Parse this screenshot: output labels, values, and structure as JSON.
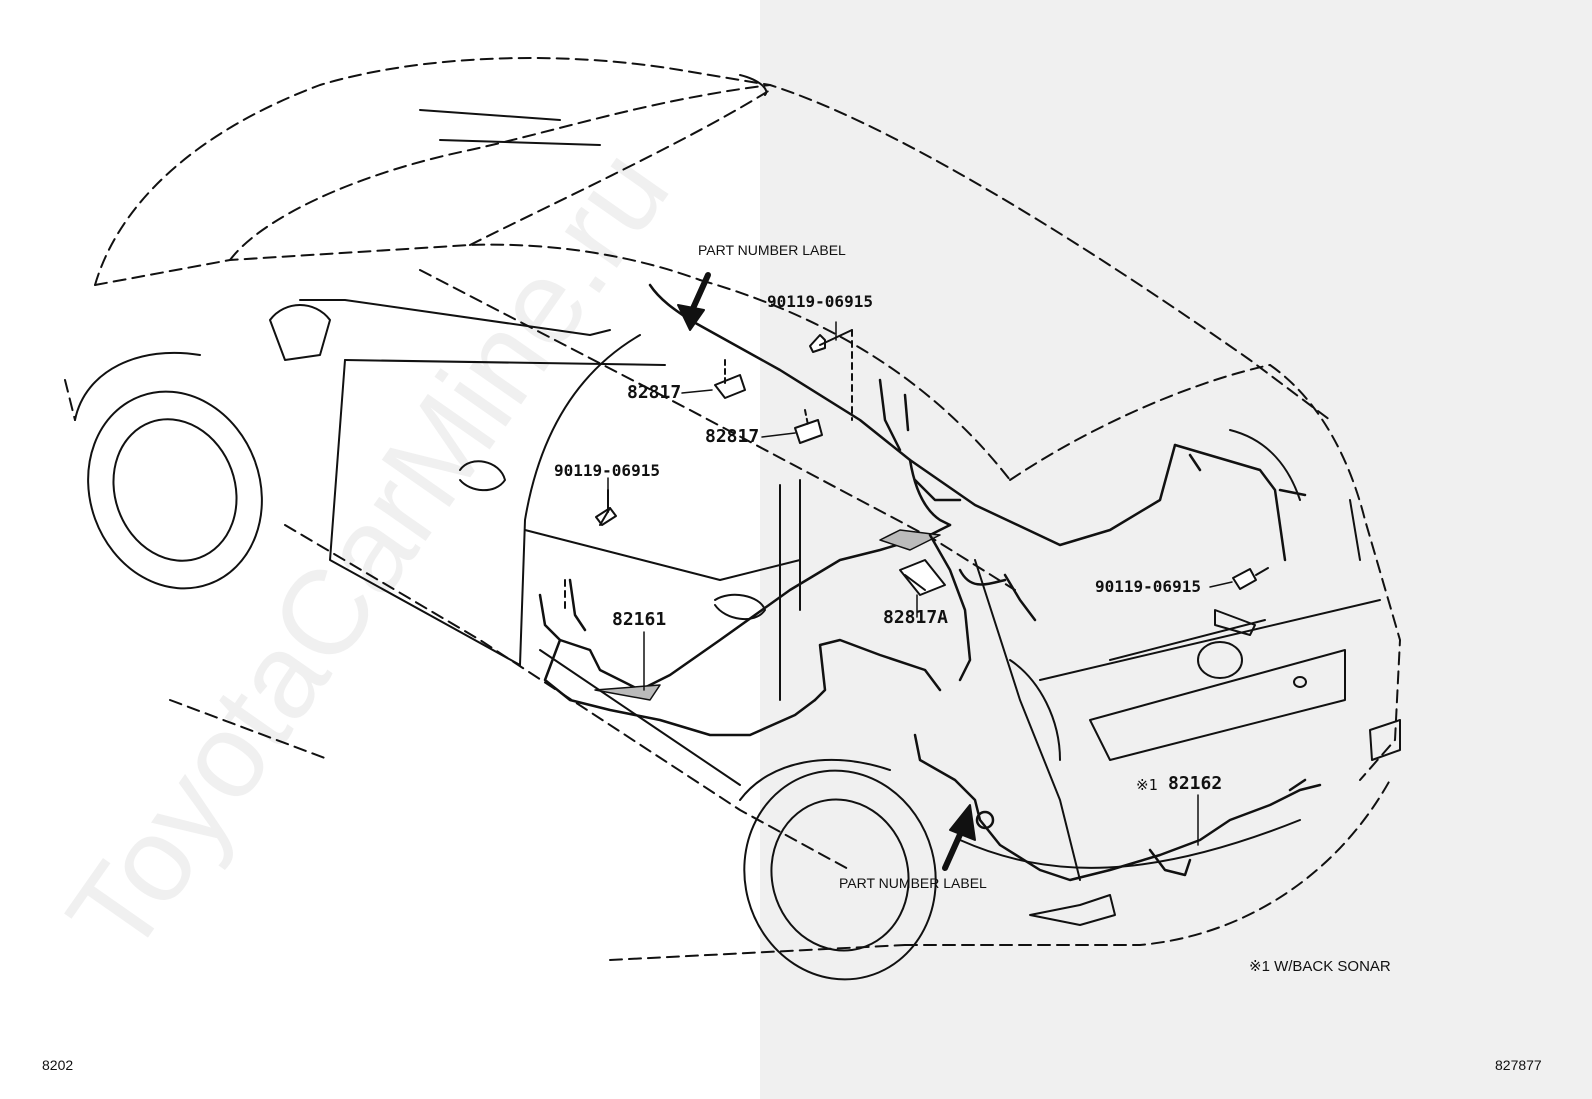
{
  "labels": {
    "part_number_label_top": "PART NUMBER LABEL",
    "part_number_label_bottom": "PART NUMBER LABEL",
    "bolt_top": "90119-06915",
    "bolt_left": "90119-06915",
    "bolt_right": "90119-06915",
    "clamp_upper": "82817",
    "clamp_lower": "82817",
    "protector": "82817A",
    "harness_floor": "82161",
    "harness_back_door_mark": "※1",
    "harness_back_door": "82162",
    "footnote": "※1 W/BACK SONAR"
  },
  "corners": {
    "bottom_left": "8202",
    "bottom_right": "827877"
  },
  "watermark": "ToyotaCarMine.ru",
  "colors": {
    "line": "#111111",
    "shade_panel": "#f0f0f0"
  }
}
